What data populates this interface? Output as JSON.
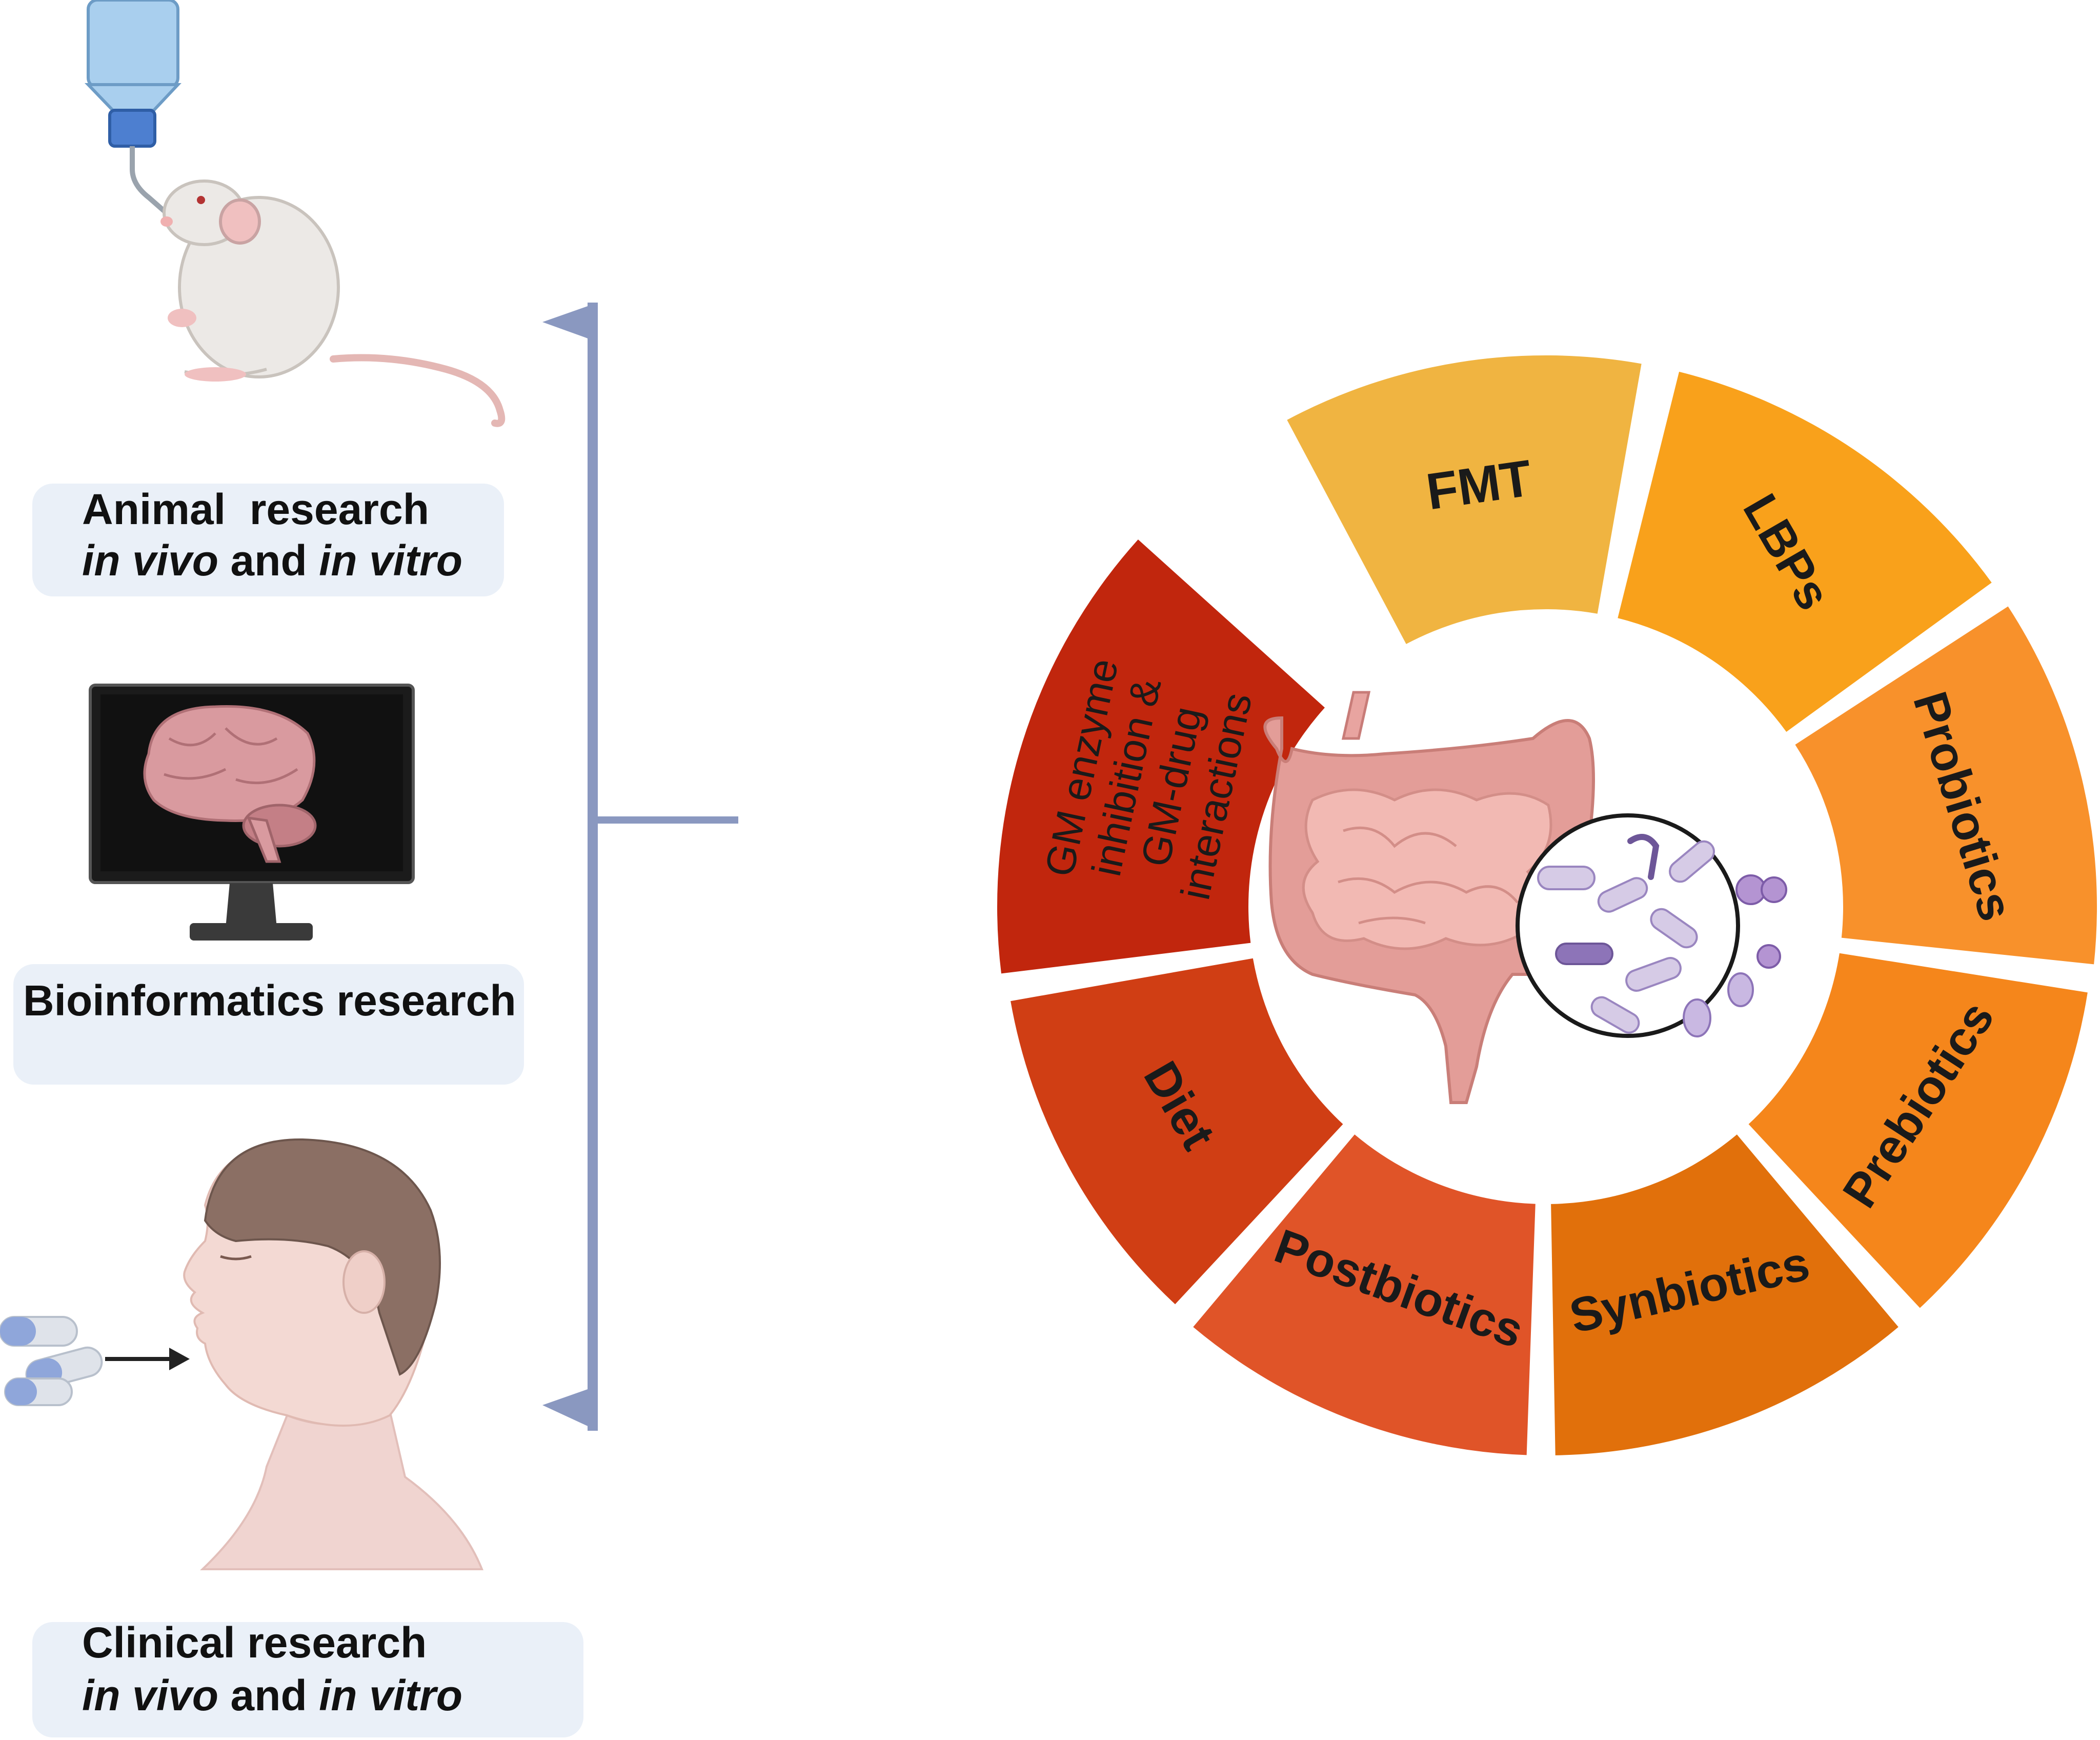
{
  "left_panel": {
    "animal": {
      "title": "Animal  research",
      "subtitle_italic_1": "in vivo",
      "subtitle_and": " and ",
      "subtitle_italic_2": "in vitro"
    },
    "bioinformatics": {
      "title": "Bioinformatics research"
    },
    "clinical": {
      "title": "Clinical research",
      "subtitle_italic_1": "in vivo",
      "subtitle_and": " and ",
      "subtitle_italic_2": "in vitro"
    }
  },
  "wheel": {
    "segments": [
      {
        "label": "FMT",
        "color": "#f0b441"
      },
      {
        "label": "LBPs",
        "color": "#f9a11b"
      },
      {
        "label": "Probiotics",
        "color": "#f8912b"
      },
      {
        "label": "Prebiotics",
        "color": "#f5861b"
      },
      {
        "label": "Synbiotics",
        "color": "#e1700b"
      },
      {
        "label": "Postbiotics",
        "color": "#e05428"
      },
      {
        "label": "Diet",
        "color": "#d03e14"
      },
      {
        "lines": [
          "GM enzyme",
          "inhibition &",
          "GM-drug",
          "interactions"
        ],
        "color": "#c1260d"
      }
    ]
  },
  "colors": {
    "bracket": "#8a98c0",
    "label_box": "#eaf0f8"
  }
}
